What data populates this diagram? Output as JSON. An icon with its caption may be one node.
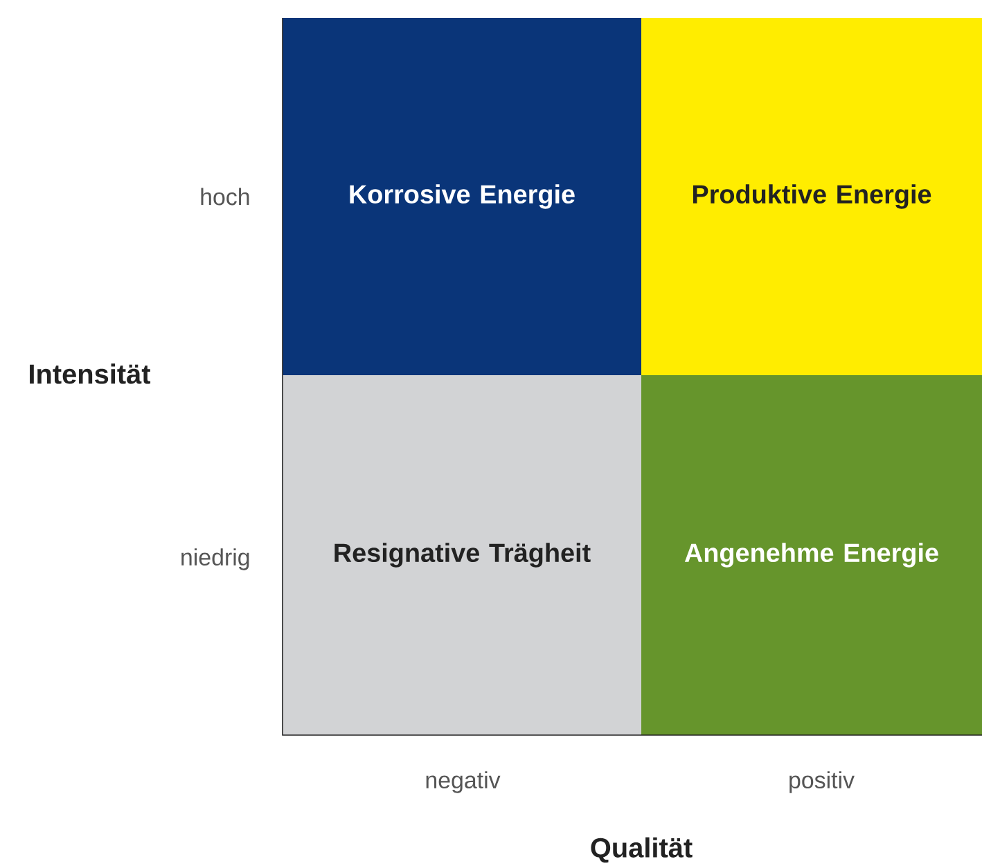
{
  "diagram": {
    "nodes": [
      {
        "text": [
          "Korrosive Energie"
        ]
      },
      {
        "text": [
          "Produktive Energie"
        ]
      },
      {
        "text": [
          "Resignative Trägheit"
        ]
      },
      {
        "text": [
          "Angenehme Energie"
        ]
      }
    ],
    "labels": [
      "hoch",
      "Intensität",
      "niedrig",
      "negativ",
      "positiv",
      "Qualität"
    ]
  }
}
